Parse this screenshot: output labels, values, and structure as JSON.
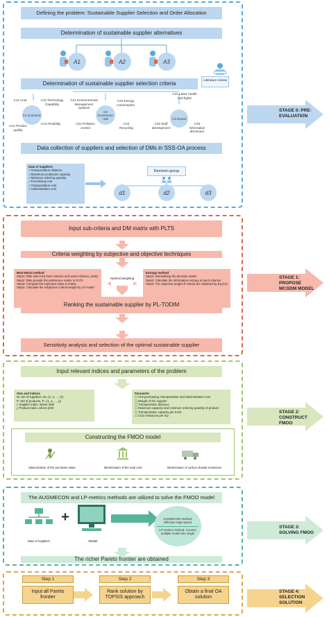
{
  "stage0": {
    "title": "Defining the problem: Sustainable Supplier Selection and Order Allocation",
    "alternatives_title": "Determination of sustainable supplier alternatives",
    "alternatives": [
      "A1",
      "A2",
      "A3"
    ],
    "literature_review": "Literature review",
    "criteria_title": "Determination of sustainable supplier selection criteria",
    "criteria": {
      "c1_economic": "C1 economic",
      "c11": "C11 Cost",
      "c12": "C12 Product quality",
      "c13": "C13 Technology Capability",
      "c14": "C14 Flexibility",
      "c2_environmental": "C2 Environme ntal",
      "c21": "C21 Environmental Management systems",
      "c22": "C22 Pollution control",
      "c23": "C23 Energy consumption",
      "c24": "C24 Recycling",
      "c3_social": "C3 Social",
      "c31": "C31 Labor health and fights",
      "c32": "C32 Staff development",
      "c33": "C33 Information disclosure"
    },
    "data_title": "Data collection of suppliers and selection of DMs in SSS-OA process",
    "data_of_suppliers_title": "Data of suppliers",
    "data_of_suppliers": [
      "Transportation distance",
      "Maximum production capacity",
      "Minimum ordering quantity",
      "Purchasing cost",
      "Transportation cost",
      "Administration cost"
    ],
    "decision_group": "Decision group",
    "dms": [
      "d1",
      "d2",
      "d3"
    ],
    "arrow_label": "STAGE 0: PRE-EVALUATION"
  },
  "stage1": {
    "input": "Input sub-criteria and DM matrix with PLTS",
    "weighting": "Criteria weighting by subjective and objective techniques",
    "bwm_title": "Best-Worst method",
    "bwm_steps": [
      "Step1: DMs select the best criterion and worst criterion, jointly",
      "Step2: DMs provide the preference matrix in PLTS",
      "Step3: Compute the expected value in matrix",
      "Step4: Calculate the subjective criteria weight by LP model"
    ],
    "optimal_weighting": "Optimal weighting",
    "entropy_title": "Entropy method",
    "entropy_steps": [
      "Step1: Normalizing the decision matrix",
      "Step2: Calculate the information entropy of each criterion",
      "Step3: The objective weight of criteria are obtained by Eq.(13)"
    ],
    "ranking": "Ranking the sustainable supplier by PL-TODIM",
    "sensitivity": "Sensitivity analysis and selection of the optimal sustainable supplier",
    "arrow_label": "STAGE 1: PROPOSE MCGDM MODEL"
  },
  "stage2": {
    "input": "Input relevant indices and parameters of the problem",
    "sets_title": "Sets and indices",
    "sets": [
      "M: Set of suppliers, M= {1, 2, ..., m}",
      "P: Set of products, P= {1, 2, ..., p}",
      "i: Supplier index, where i∈M",
      "j: Product index, where j∈M"
    ],
    "param_title": "Parameter",
    "params": [
      "Unit purchasing, transportation and administration cost",
      "Weight of the supplier",
      "Transportation distance",
      "Maximum capacity and minimum ordering quantity of product",
      "Transportation capacity per truck",
      "CO2 emissions per trip"
    ],
    "fmoo_title": "Constructing the FMOO model",
    "objectives": [
      "Maximization of the purchase value",
      "Minimization of the total cost",
      "Minimization of carbon dioxide emissions"
    ],
    "arrow_label": "STAGE 2: CONSTRUCT FMOO"
  },
  "stage3": {
    "title": "The AUGMECON and LP-metrics methods are utilized to solve the FMOO model",
    "data_label": "Data of suppliers",
    "matlab_label": "Matlab",
    "augmecon": "AUGMECON method: Effective-High-speed",
    "lpmetrics": "LP-metrics method: Convert multiple model into single",
    "pareto": "The richer Pareto frontier are obtained",
    "arrow_label": "STAGE 3: SOLVING FMOO"
  },
  "stage4": {
    "steps": [
      {
        "header": "Step 1",
        "body": "Input all Pareto frontier"
      },
      {
        "header": "Step 2",
        "body": "Rank solution by TOPSIS approach"
      },
      {
        "header": "Step 3",
        "body": "Obtain a final OA solution"
      }
    ],
    "arrow_label": "STAGE 4: SELECTION SOLUTION"
  },
  "colors": {
    "blue": "#5aa9dc",
    "red": "#d86a4f",
    "green": "#9cc46a",
    "teal": "#56b49a",
    "gold": "#d9a83c"
  }
}
